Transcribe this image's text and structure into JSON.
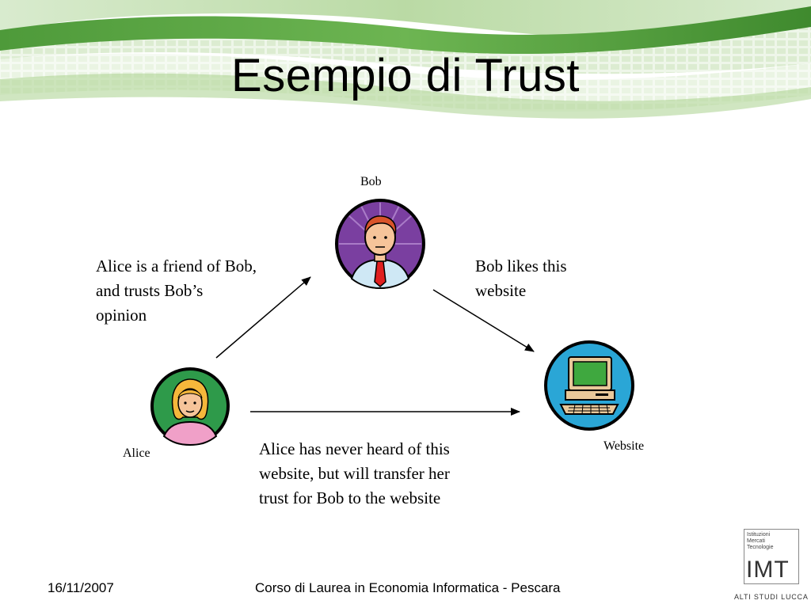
{
  "slide": {
    "title": "Esempio di Trust"
  },
  "nodes": {
    "bob": {
      "label": "Bob"
    },
    "alice": {
      "label": "Alice"
    },
    "website": {
      "label": "Website"
    }
  },
  "notes": {
    "alice_bob": "Alice is a friend of  Bob,\nand trusts Bob’s\nopinion",
    "bob_website": "Bob likes this\nwebsite",
    "alice_website": "Alice has never heard of  this\nwebsite, but will transfer her\ntrust for Bob to the website"
  },
  "footer": {
    "date": "16/11/2007",
    "course": "Corso di Laurea in Economia Informatica - Pescara"
  },
  "logo": {
    "small_text": "Istituzioni\nMercati\nTecnologie",
    "big_text": "IMT",
    "sub_text": "ALTI STUDI LUCCA"
  },
  "colors": {
    "banner_green": "#6aa84f",
    "banner_light": "#d9ead3",
    "bob_circle": "#7a3fa0",
    "alice_circle": "#2e9a4a",
    "website_circle": "#2aa6d6"
  },
  "icons": {
    "bob": "man-with-tie-icon",
    "alice": "woman-icon",
    "website": "computer-icon"
  }
}
